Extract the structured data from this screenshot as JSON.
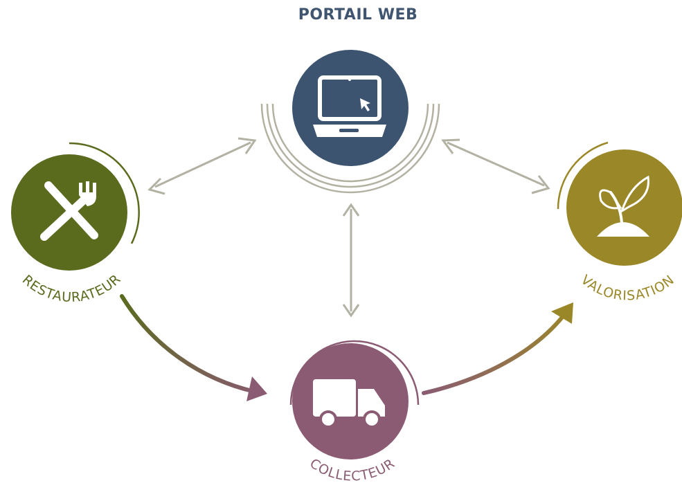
{
  "title": "PORTAIL WEB",
  "nodes": {
    "portail": {
      "icon": "laptop-icon",
      "color": "#3c5470"
    },
    "restaurateur": {
      "label": "RESTAURATEUR",
      "icon": "cutlery-icon",
      "color": "#5a6b1e"
    },
    "collecteur": {
      "label": "COLLECTEUR",
      "icon": "truck-icon",
      "color": "#8a5b72"
    },
    "valorisation": {
      "label": "VALORISATION",
      "icon": "sprout-icon",
      "color": "#9a8727"
    }
  },
  "connector_color": "#b3b1a2"
}
